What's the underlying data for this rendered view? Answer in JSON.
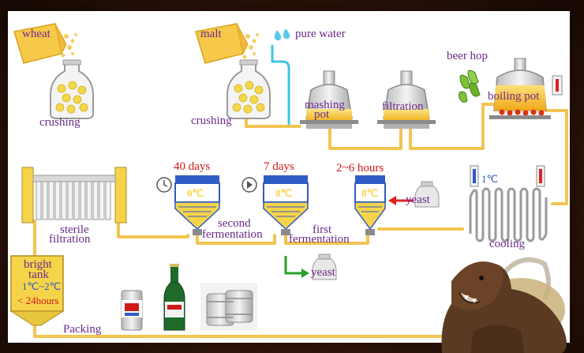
{
  "labels": {
    "wheat": "wheat",
    "malt": "malt",
    "pure_water": "pure water",
    "beer_hop": "beer hop",
    "crushing_1": "crushing",
    "crushing_2": "crushing",
    "mashing_a": "mashing",
    "mashing_b": "pot",
    "filtration": "filtration",
    "boiling_pot": "boiling pot",
    "cooling": "cooling",
    "yeast_in": "yeast",
    "yeast_out": "yeast",
    "first_a": "first",
    "first_b": "fermentation",
    "second_a": "second",
    "second_b": "fermentation",
    "sterile_a": "sterile",
    "sterile_b": "filtration",
    "bright_a": "bright",
    "bright_b": "tank",
    "bright_temp": "1℃~2℃",
    "bright_time": "< 24hours",
    "packing": "Packing"
  },
  "times": {
    "t40": "40 days",
    "t7": "7 days",
    "t26": "2~6 hours"
  },
  "tank_temps": {
    "tank1": "0℃",
    "tank2": "8℃",
    "tank3": "8℃",
    "cooler": "1℃"
  },
  "colors": {
    "pipe": "#f2c452",
    "water_pipe": "#3cc6e6",
    "label": "#6b2a8a",
    "time": "#d01818",
    "tank_blue": "#2e5cc4",
    "tank_yellow": "#f6d44a",
    "arrow_red": "#e02020",
    "arrow_green": "#2aa02a"
  },
  "icons": [
    "wheat-bag-icon",
    "malt-bag-icon",
    "water-drops-icon",
    "hop-icon",
    "thermometer-icon",
    "clock-icon",
    "play-icon",
    "yeast-jar-icon",
    "beer-can-icon",
    "beer-bottle-icon",
    "keg-icon",
    "bear-icon"
  ]
}
